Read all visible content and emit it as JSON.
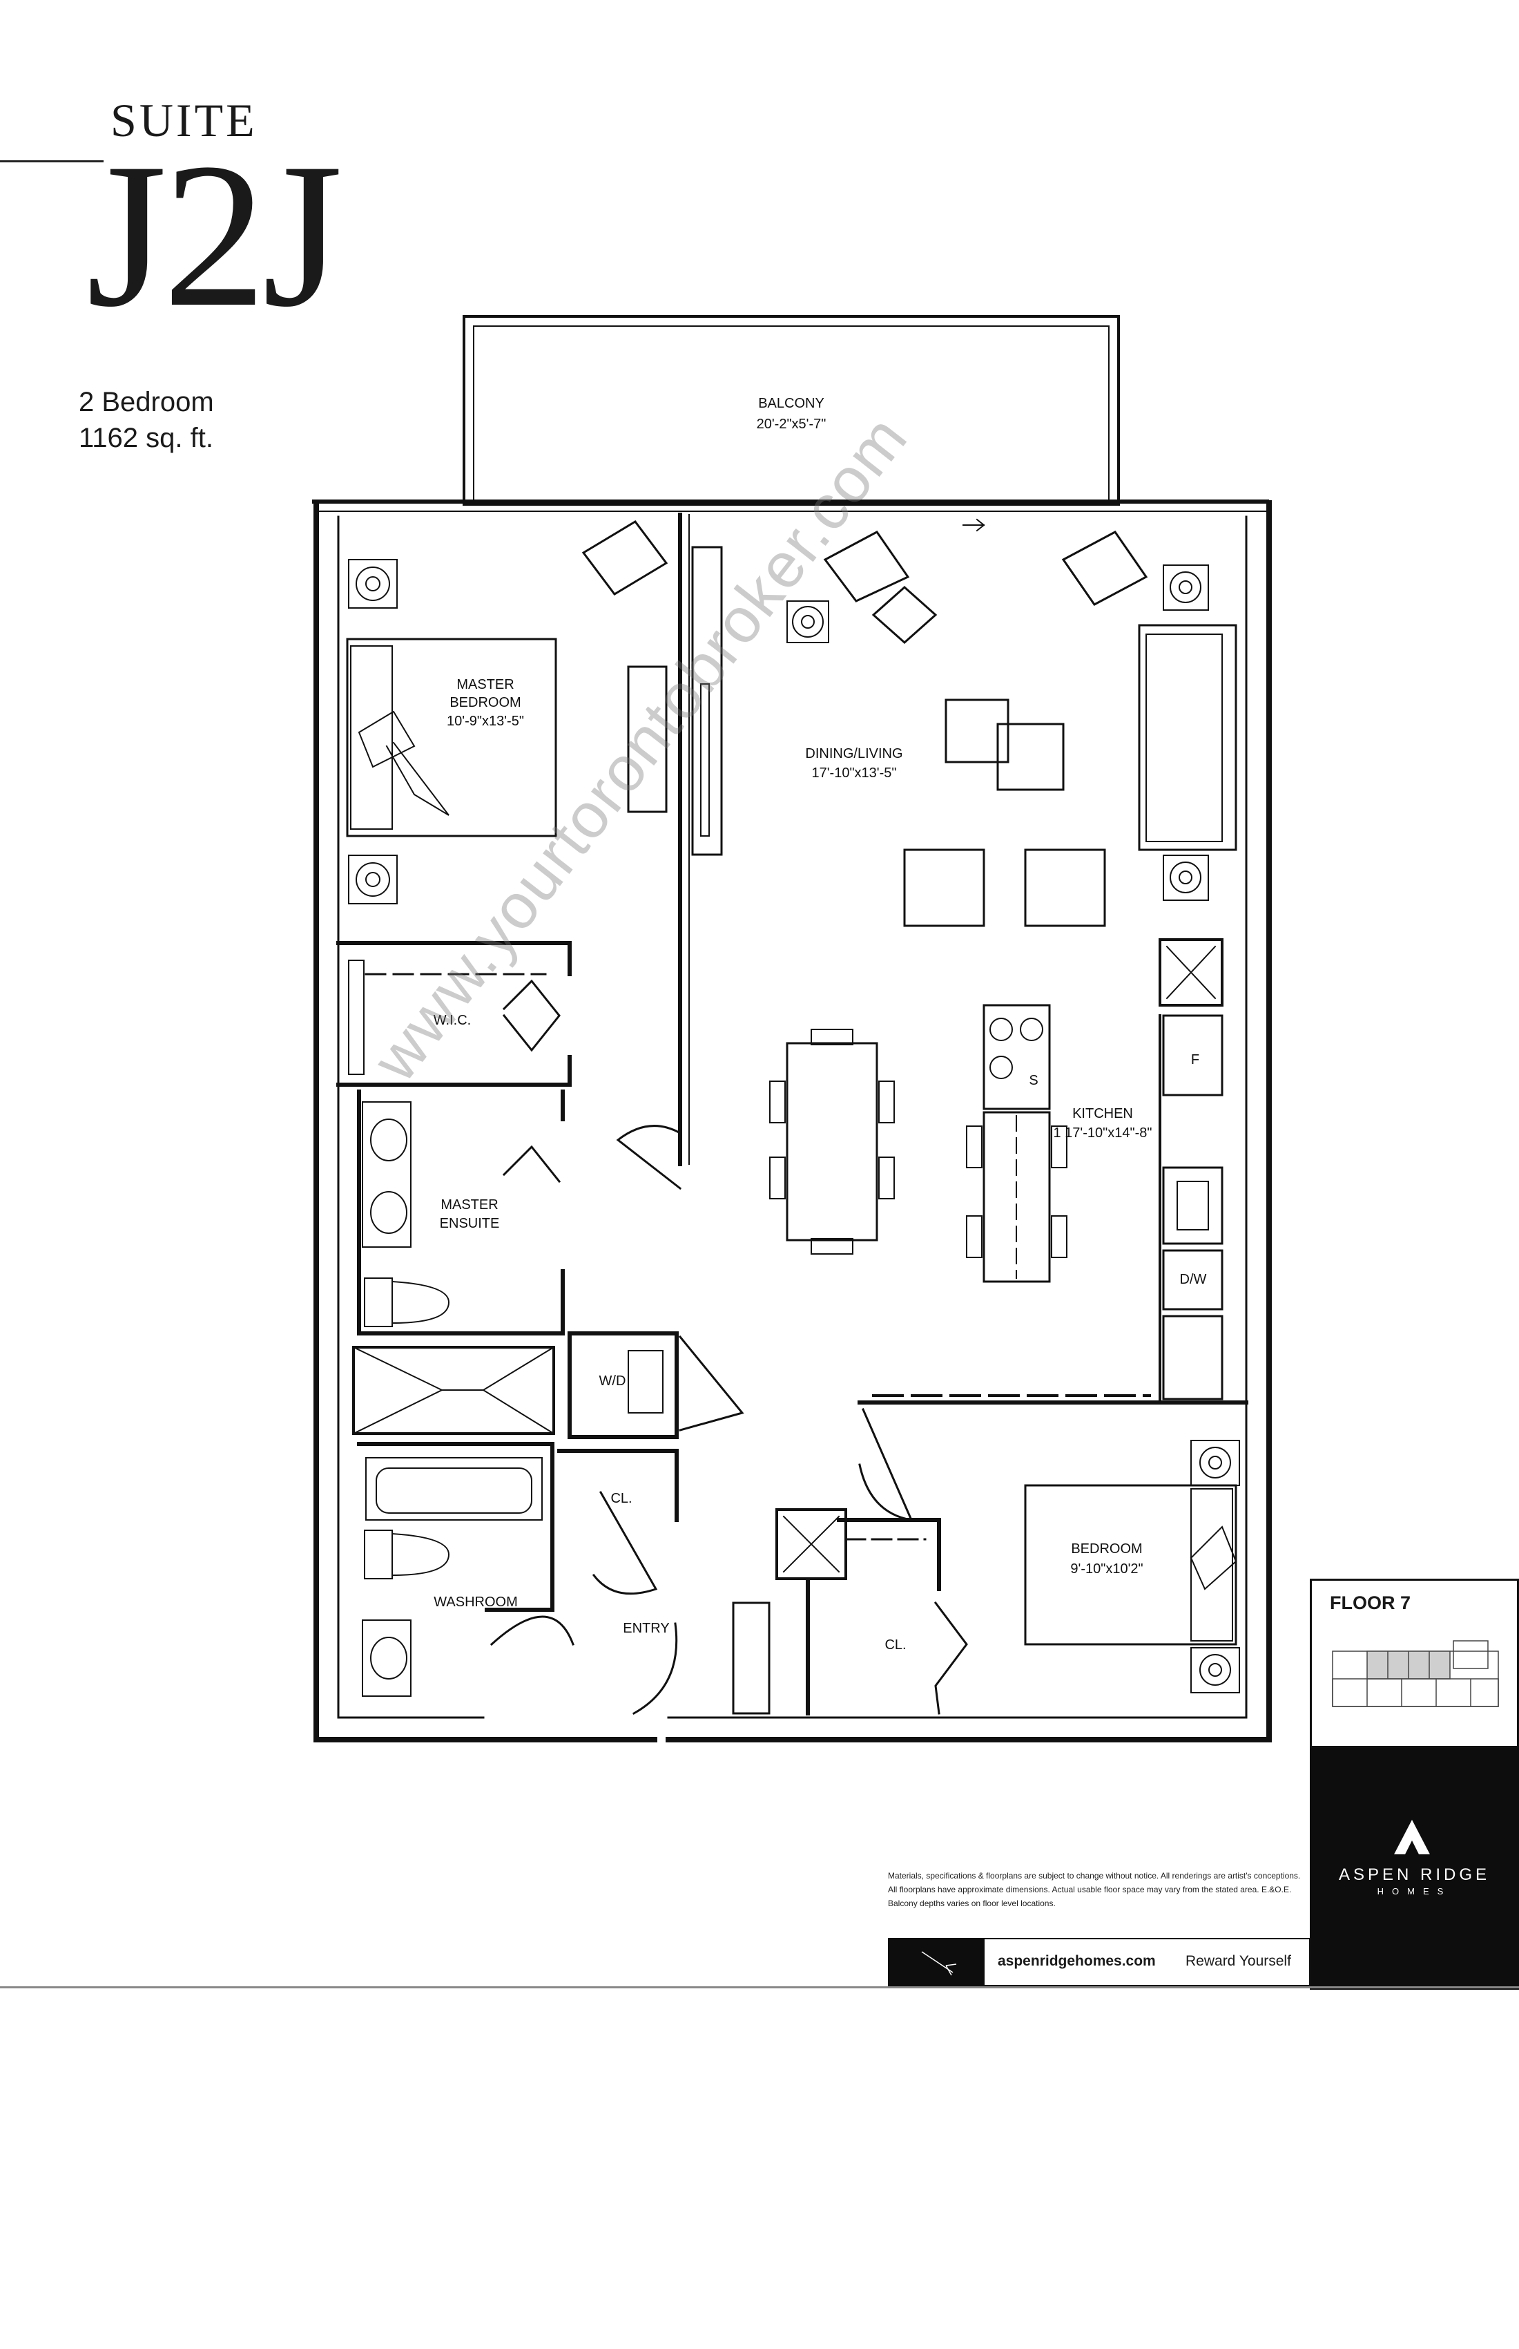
{
  "header": {
    "suite_word": "SUITE",
    "suite_code": "J2J",
    "bedrooms": "2 Bedroom",
    "area": "1162 sq. ft."
  },
  "rooms": {
    "balcony": {
      "name": "BALCONY",
      "dims": "20'-2\"x5'-7\""
    },
    "master_bedroom": {
      "name_line1": "MASTER",
      "name_line2": "BEDROOM",
      "dims": "10'-9\"x13'-5\""
    },
    "dining_living": {
      "name": "DINING/LIVING",
      "dims": "17'-10\"x13'-5\""
    },
    "wic": {
      "name": "W.I.C."
    },
    "master_ensuite": {
      "name_line1": "MASTER",
      "name_line2": "ENSUITE"
    },
    "kitchen": {
      "name": "KITCHEN",
      "dims": "1 17'-10\"x14\"-8\""
    },
    "wd": {
      "name": "W/D"
    },
    "closet_left": {
      "name": "CL."
    },
    "closet_right": {
      "name": "CL."
    },
    "washroom": {
      "name": "WASHROOM"
    },
    "entry": {
      "name": "ENTRY"
    },
    "bedroom": {
      "name": "BEDROOM",
      "dims": "9'-10\"x10'2\""
    }
  },
  "appliances": {
    "stove": "S",
    "fridge": "F",
    "dishwasher": "D/W"
  },
  "watermark": "www.yourtorontobroker.com",
  "keyplan": {
    "floor_label": "FLOOR 7"
  },
  "brand": {
    "name": "ASPEN RIDGE",
    "sub": "HOMES",
    "website": "aspenridgehomes.com",
    "tagline": "Reward Yourself"
  },
  "disclaimer": "Materials, specifications & floorplans are subject to change without notice. All renderings are artist's conceptions. All floorplans have approximate dimensions. Actual usable floor space may vary from the stated area. E.&O.E. Balcony depths varies on floor level locations.",
  "colors": {
    "ink": "#1a1a1a",
    "brand_black": "#0d0d0d",
    "watermark": "#8a8a8a"
  }
}
